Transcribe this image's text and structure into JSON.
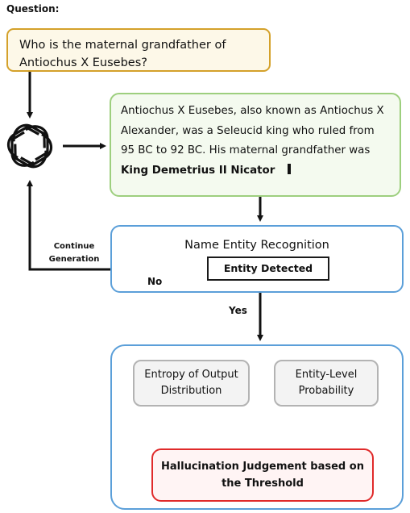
{
  "question_label": "Question:",
  "question_text": "Who is the maternal grandfather of Antiochus X Eusebes?",
  "answer": {
    "text": "Antiochus X Eusebes, also known as Antiochus X Alexander, was a Seleucid king who ruled from 95 BC to 92 BC. His maternal grandfather was",
    "entity": "King Demetrius II Nicator"
  },
  "ner": {
    "title": "Name Entity Recognition",
    "entity_detected": "Entity Detected"
  },
  "edges": {
    "continue_generation": "Continue Generation",
    "no": "No",
    "yes": "Yes"
  },
  "metrics": {
    "entropy": "Entropy of Output Distribution",
    "entity_prob": "Entity-Level Probability"
  },
  "judgement": "Hallucination Judgement based on the Threshold",
  "icons": {
    "llm": "openai-logo-icon"
  },
  "colors": {
    "question_border": "#d4a12a",
    "answer_border": "#9dcf7e",
    "ner_border": "#5b9fd9",
    "judgement_border": "#e02a2a"
  }
}
